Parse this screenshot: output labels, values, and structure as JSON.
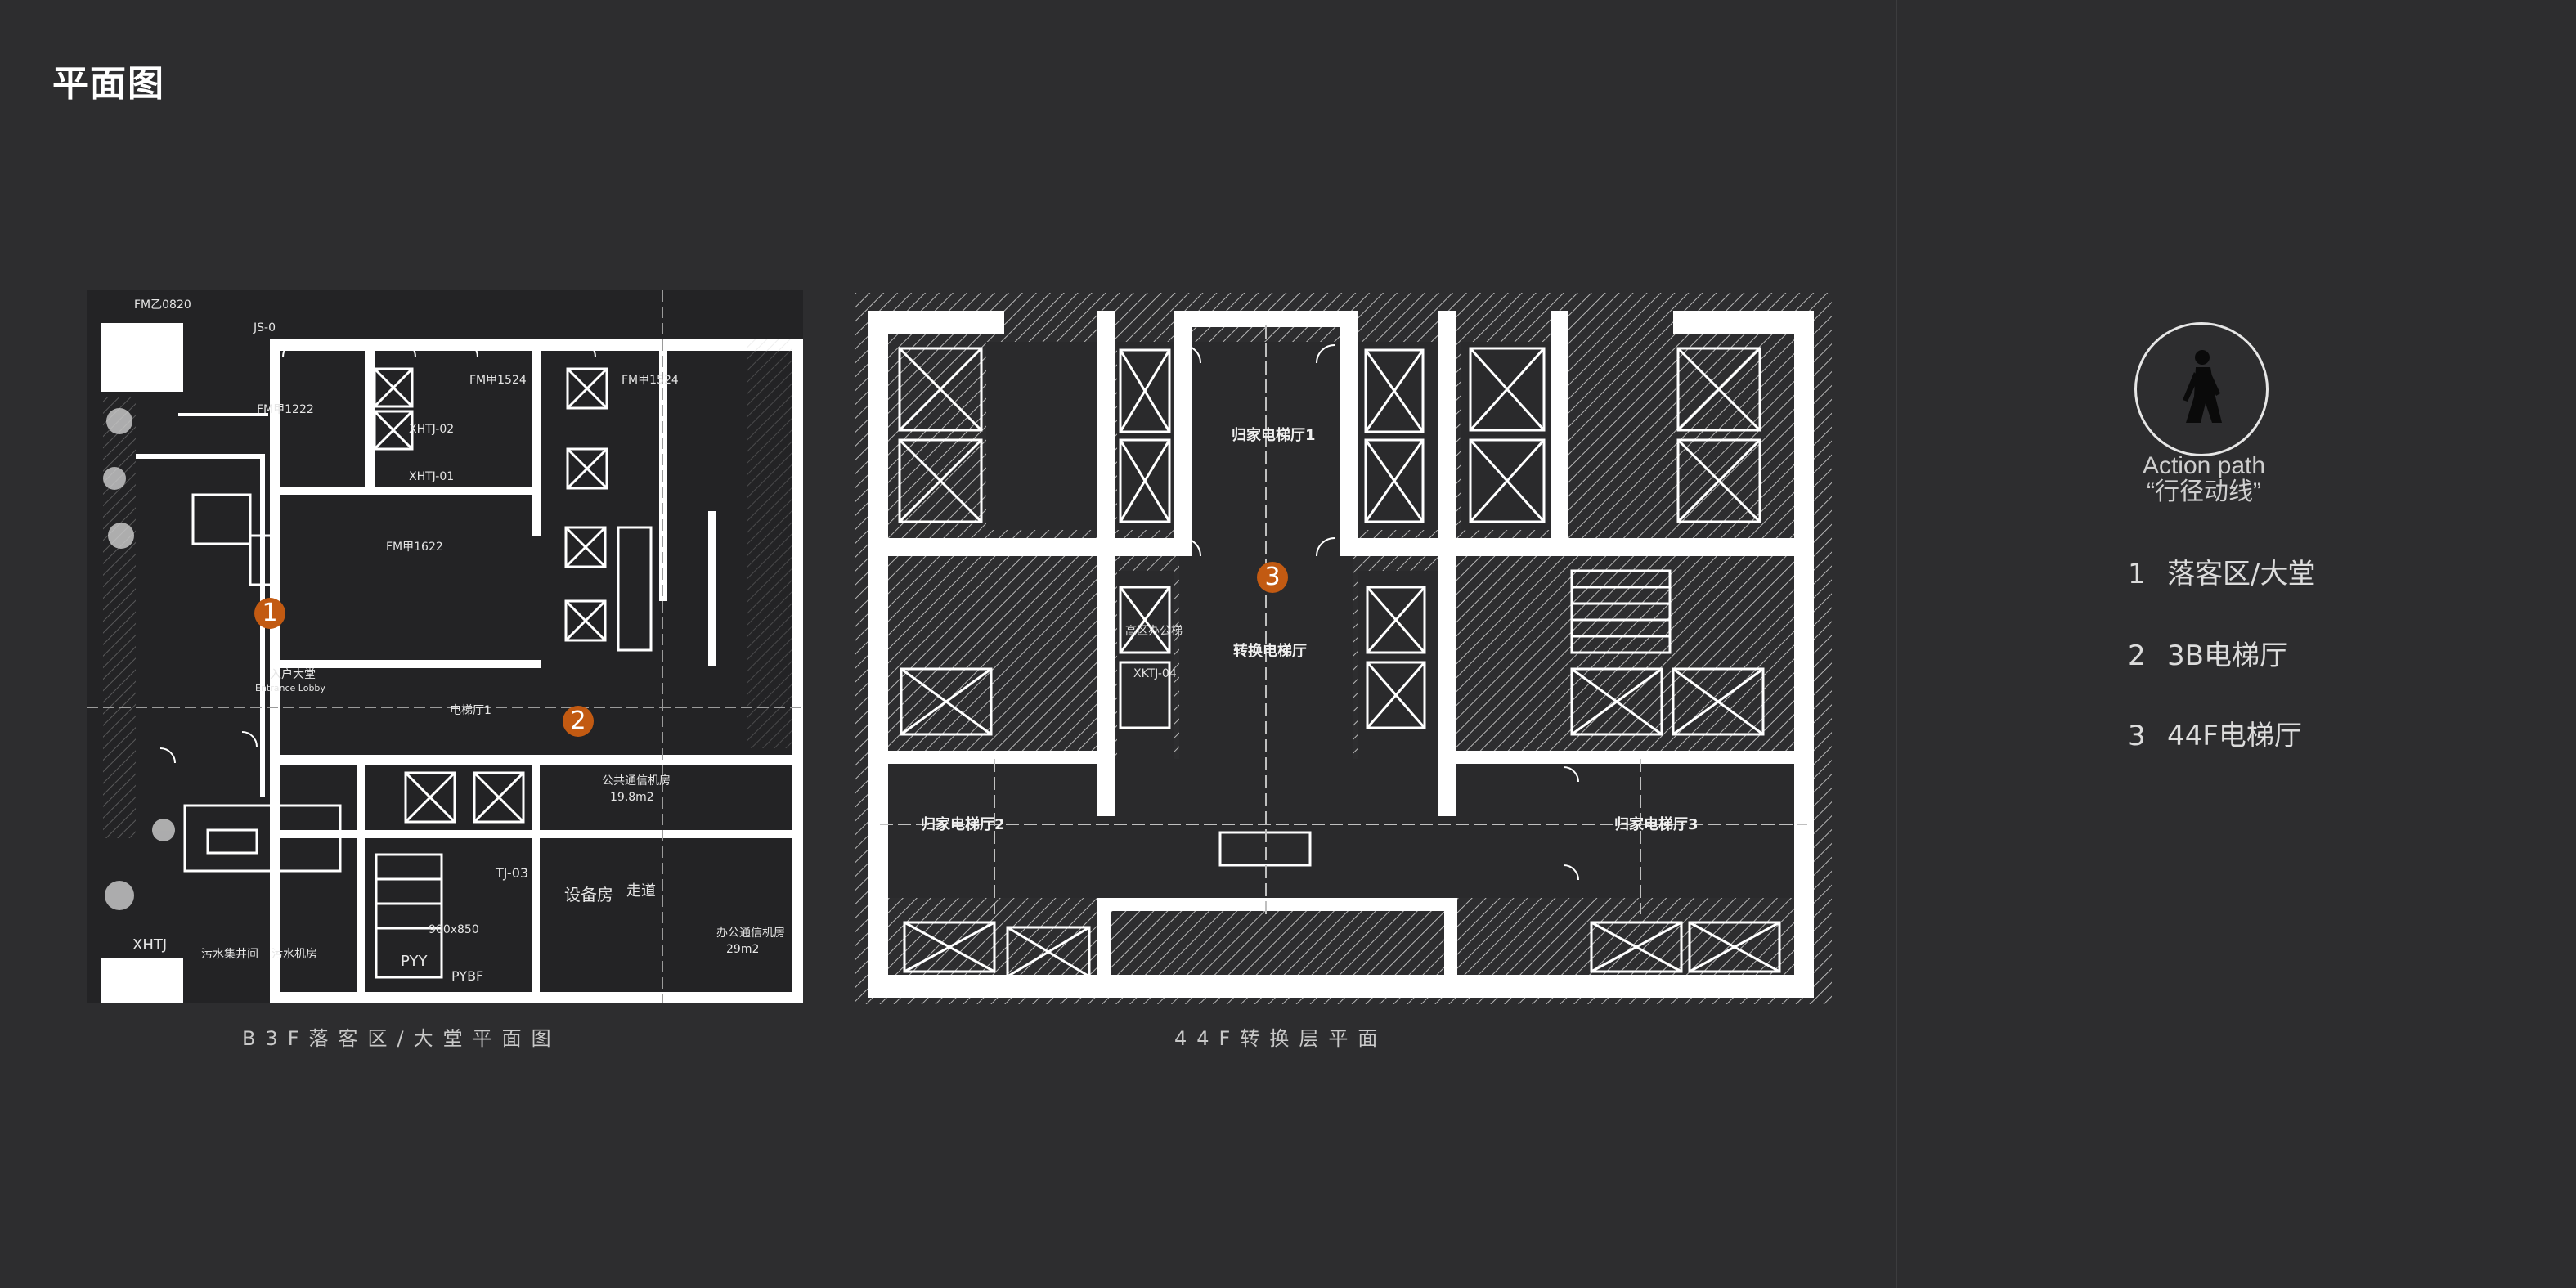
{
  "page": {
    "title": "平面图"
  },
  "plans": [
    {
      "caption": "B3F落客区/大堂平面图",
      "markers": [
        "1",
        "2"
      ],
      "labels": {
        "fm0820": "FM乙0820",
        "fm1222": "FM甲1222",
        "fm1524a": "FM甲1524",
        "fm1524b": "FM甲1524",
        "js": "JS-0",
        "xhtj02": "XHTJ-02",
        "xhtj01": "XHTJ-01",
        "lobby": "入户大堂",
        "lobby_en": "Entrance Lobby",
        "elevator_hall1": "电梯厅1",
        "fm1622": "FM甲1622",
        "power_room": "公共通信机房",
        "power_area": "19.8m2",
        "equipment": "设备房",
        "corridor": "走道",
        "office_room": "办公通信机房",
        "office_area": "29m2",
        "pyy": "PYY",
        "pybf": "PYBF",
        "sump": "污水集井间",
        "sewage": "污水机房",
        "xhtj_small": "XHTJ",
        "tj03": "TJ-03",
        "size": "900x850"
      }
    },
    {
      "caption": "44F转换层平面",
      "markers": [
        "3"
      ],
      "labels": {
        "home_hall1": "归家电梯厅1",
        "transfer_hall": "转换电梯厅",
        "home_hall2": "归家电梯厅2",
        "home_hall3": "归家电梯厅3",
        "office_elev": "高区办公梯",
        "xktj": "XKTJ-04"
      }
    }
  ],
  "legend": {
    "icon": "walking-person-icon",
    "title_en": "Action path",
    "title_cn": "“行径动线”",
    "items": [
      {
        "num": "1",
        "label": "落客区/大堂"
      },
      {
        "num": "2",
        "label": "3B电梯厅"
      },
      {
        "num": "3",
        "label": "44F电梯厅"
      }
    ]
  },
  "colors": {
    "background": "#2d2d2f",
    "marker": "#c25a12",
    "wall": "#ffffff",
    "divider": "#3c3c3e"
  }
}
